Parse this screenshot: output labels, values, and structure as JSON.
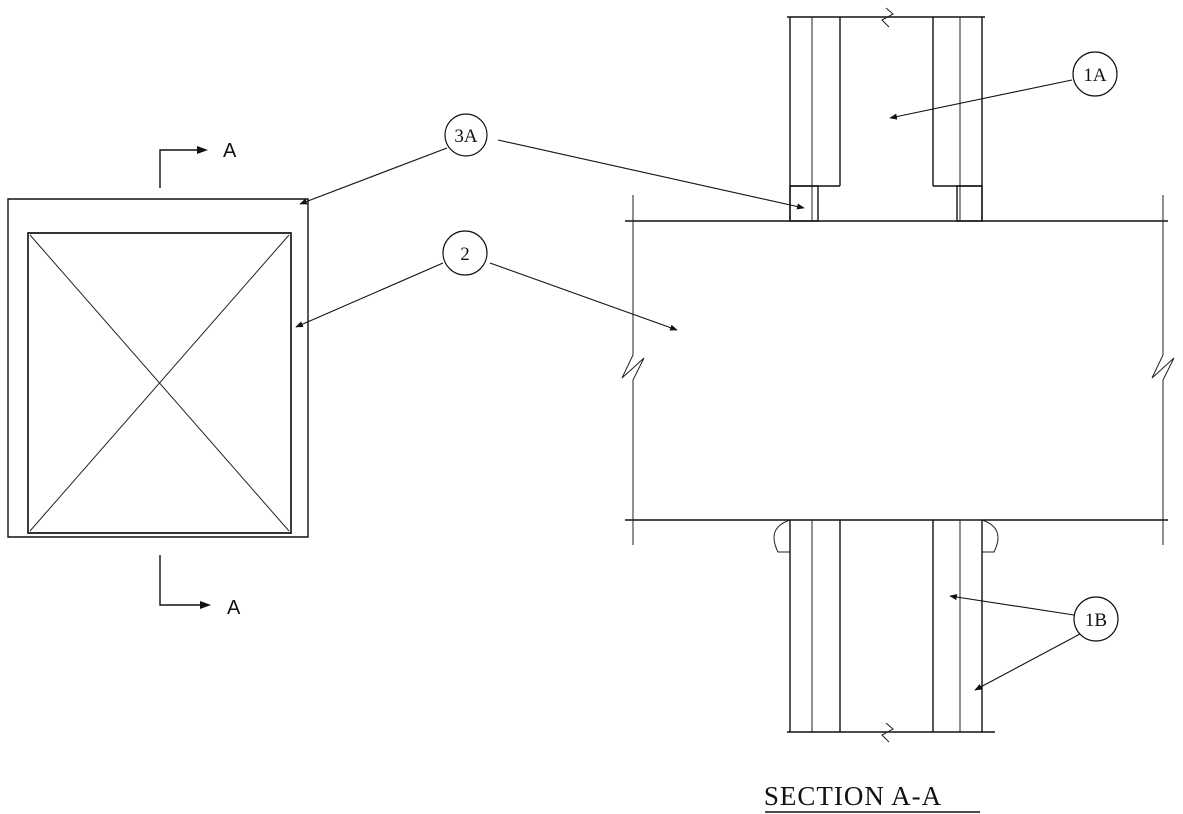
{
  "section_markers": {
    "top_label": "A",
    "bottom_label": "A"
  },
  "callouts": {
    "c_3a": "3A",
    "c_1a": "1A",
    "c_2": "2",
    "c_1b": "1B"
  },
  "title": "SECTION A-A",
  "colors": {
    "line": "#111111",
    "background": "#ffffff",
    "fill_dots": "#555555"
  }
}
